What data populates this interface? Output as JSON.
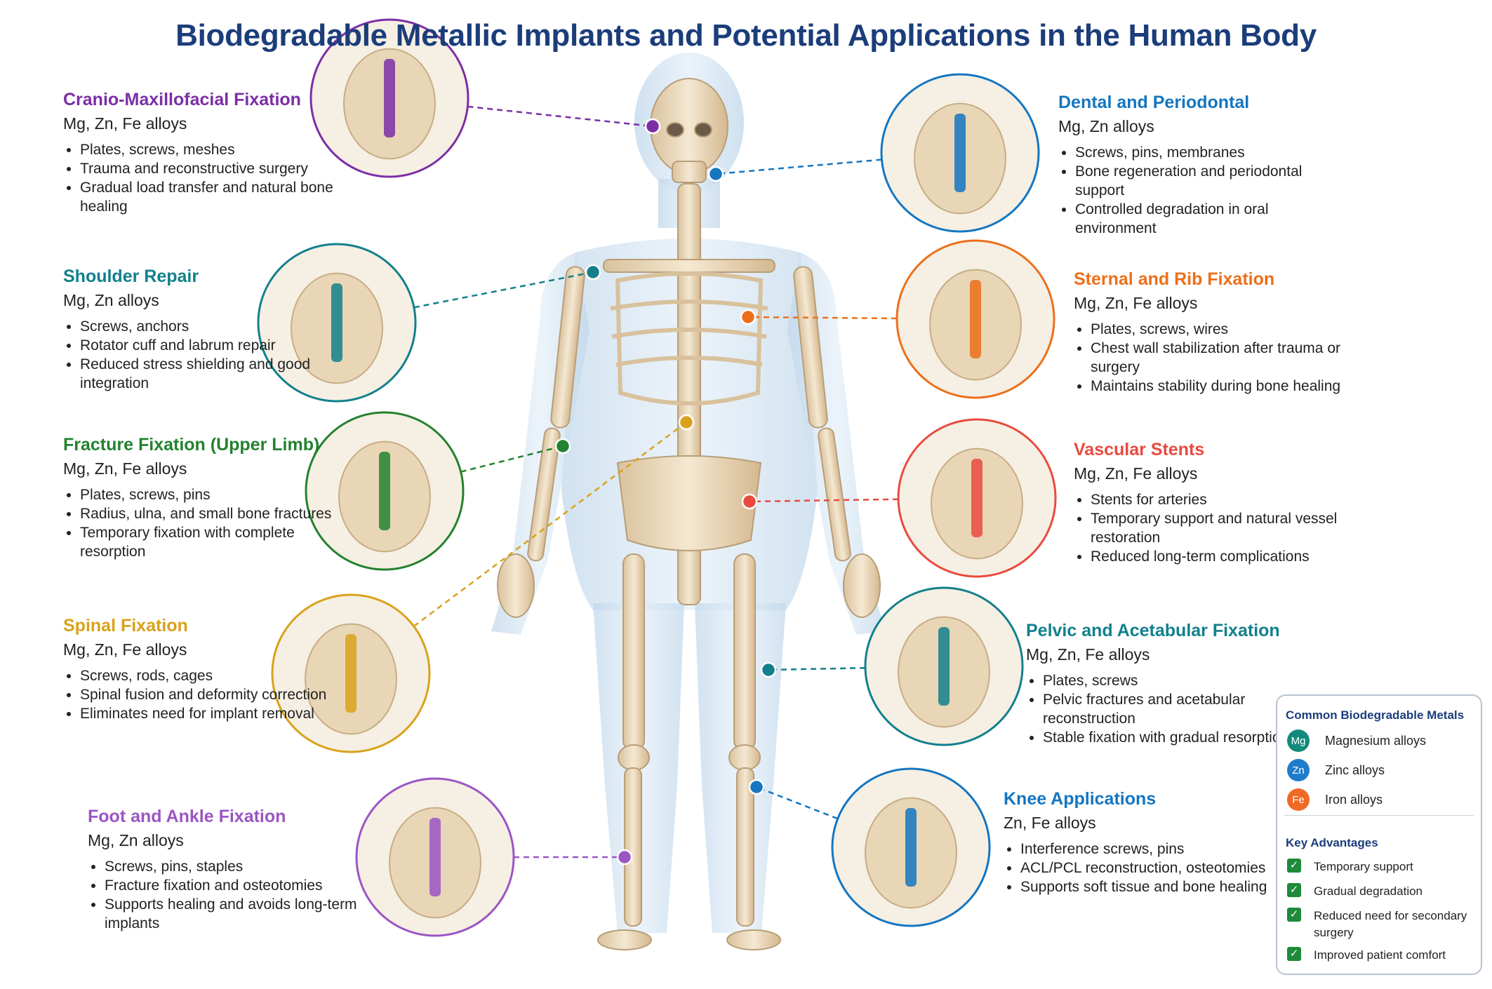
{
  "title": "Biodegradable Metallic Implants and Potential Applications in the Human Body",
  "colors": {
    "purple": "#7b2fa6",
    "blue": "#1476c1",
    "teal": "#12808c",
    "orange": "#ec6f1a",
    "green": "#23822f",
    "gold": "#d9a21b",
    "red": "#e94a3f",
    "violet": "#9b55c4",
    "heading_blue": "#1b3d7a"
  },
  "applications": [
    {
      "title": "Cranio-Maxillofacial Fixation",
      "alloys": "Mg, Zn, Fe alloys",
      "icon": "skull-icon",
      "bullets": [
        "Plates, screws, meshes",
        "Trauma and reconstructive surgery",
        "Gradual load transfer and natural bone healing"
      ]
    },
    {
      "title": "Shoulder Repair",
      "alloys": "Mg, Zn alloys",
      "icon": "shoulder-joint-icon",
      "bullets": [
        "Screws, anchors",
        "Rotator cuff and labrum repair",
        "Reduced stress shielding and good integration"
      ]
    },
    {
      "title": "Fracture Fixation (Upper Limb)",
      "alloys": "Mg, Zn, Fe alloys",
      "icon": "forearm-plate-icon",
      "bullets": [
        "Plates, screws, pins",
        "Radius, ulna, and small bone fractures",
        "Temporary fixation with complete resorption"
      ]
    },
    {
      "title": "Spinal Fixation",
      "alloys": "Mg, Zn, Fe alloys",
      "icon": "spine-rods-icon",
      "bullets": [
        "Screws, rods, cages",
        "Spinal fusion and deformity correction",
        "Eliminates need for implant removal"
      ]
    },
    {
      "title": "Foot and Ankle Fixation",
      "alloys": "Mg, Zn alloys",
      "icon": "foot-ankle-icon",
      "bullets": [
        "Screws, pins, staples",
        "Fracture fixation and osteotomies",
        "Supports healing and avoids long-term implants"
      ]
    },
    {
      "title": "Dental and Periodontal",
      "alloys": "Mg, Zn alloys",
      "icon": "dental-implant-icon",
      "bullets": [
        "Screws, pins, membranes",
        "Bone regeneration and periodontal support",
        "Controlled degradation in oral environment"
      ]
    },
    {
      "title": "Sternal and Rib Fixation",
      "alloys": "Mg, Zn, Fe alloys",
      "icon": "sternum-icon",
      "bullets": [
        "Plates, screws, wires",
        "Chest wall stabilization after trauma or surgery",
        "Maintains stability during bone healing"
      ]
    },
    {
      "title": "Vascular Stents",
      "alloys": "Mg, Zn, Fe alloys",
      "icon": "stent-icon",
      "bullets": [
        "Stents for arteries",
        "Temporary support and natural vessel restoration",
        "Reduced long-term complications"
      ]
    },
    {
      "title": "Pelvic and Acetabular Fixation",
      "alloys": "Mg, Zn, Fe alloys",
      "icon": "pelvis-icon",
      "bullets": [
        "Plates, screws",
        "Pelvic fractures and acetabular reconstruction",
        "Stable fixation with gradual resorption"
      ]
    },
    {
      "title": "Knee Applications",
      "alloys": "Zn, Fe alloys",
      "icon": "knee-icon",
      "bullets": [
        "Interference screws, pins",
        "ACL/PCL reconstruction, osteotomies",
        "Supports soft tissue and bone healing"
      ]
    }
  ],
  "legend": {
    "title": "Common Biodegradable Metals",
    "metals": [
      {
        "symbol": "Mg",
        "label": "Magnesium alloys",
        "color": "#138a7c"
      },
      {
        "symbol": "Zn",
        "label": "Zinc alloys",
        "color": "#1f7ccb"
      },
      {
        "symbol": "Fe",
        "label": "Iron alloys",
        "color": "#ee6a26"
      }
    ],
    "advantages_title": "Key Advantages",
    "advantages": [
      "Temporary support",
      "Gradual degradation",
      "Reduced need for secondary surgery",
      "Improved patient comfort"
    ]
  }
}
